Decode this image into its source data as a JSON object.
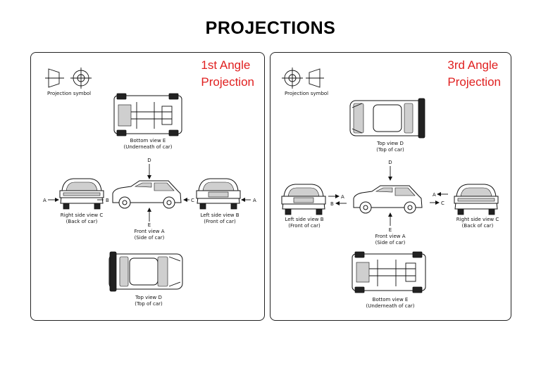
{
  "page": {
    "title": "PROJECTIONS"
  },
  "colors": {
    "heading_red": "#e02020",
    "line": "#111111",
    "border": "#222222"
  },
  "first_angle": {
    "heading_line1": "1st Angle",
    "heading_line2": "Projection",
    "symbol_label": "Projection symbol",
    "bottom_view": {
      "name": "Bottom view E",
      "desc": "(Underneath of car)"
    },
    "right_side_view": {
      "name": "Right side view C",
      "desc": "(Back of car)"
    },
    "front_view": {
      "name": "Front view A",
      "desc": "(Side of car)"
    },
    "left_side_view": {
      "name": "Left side view B",
      "desc": "(Front of car)"
    },
    "top_view": {
      "name": "Top view D",
      "desc": "(Top of car)"
    },
    "arrows": {
      "a": "A",
      "b": "B",
      "c": "C",
      "d": "D",
      "e": "E"
    }
  },
  "third_angle": {
    "heading_line1": "3rd Angle",
    "heading_line2": "Projection",
    "symbol_label": "Projection symbol",
    "top_view": {
      "name": "Top view D",
      "desc": "(Top of car)"
    },
    "left_side_view": {
      "name": "Left side view B",
      "desc": "(Front of car)"
    },
    "front_view": {
      "name": "Front view A",
      "desc": "(Side of car)"
    },
    "right_side_view": {
      "name": "Right side view C",
      "desc": "(Back of car)"
    },
    "bottom_view": {
      "name": "Bottom view E",
      "desc": "(Underneath of car)"
    },
    "arrows": {
      "a": "A",
      "b": "B",
      "c": "C",
      "d": "D",
      "e": "E"
    }
  }
}
